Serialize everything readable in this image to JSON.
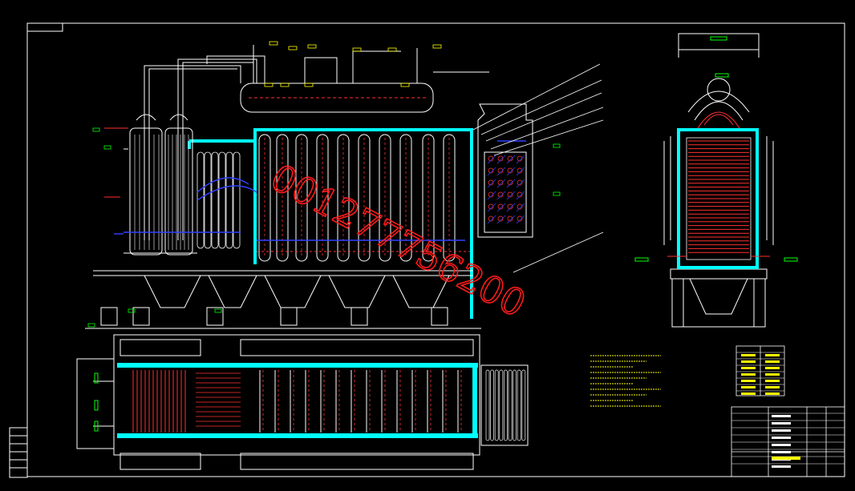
{
  "watermark": "001277756200",
  "colors": {
    "background": "#000000",
    "frame": "#ffffff",
    "insulation": "#00ffff",
    "tube": "#ffffff",
    "hot_pipe": "#ff3030",
    "cold_pipe": "#3040ff",
    "note": "#ffff00",
    "dimension": "#00ff00",
    "watermark": "#ff1a1a"
  },
  "views": [
    "front-elevation",
    "side-elevation",
    "plan-section"
  ],
  "notes_block": {
    "line_count": 10
  },
  "spec_table": {
    "rows": 7
  },
  "title_block": {
    "rows": 8
  }
}
